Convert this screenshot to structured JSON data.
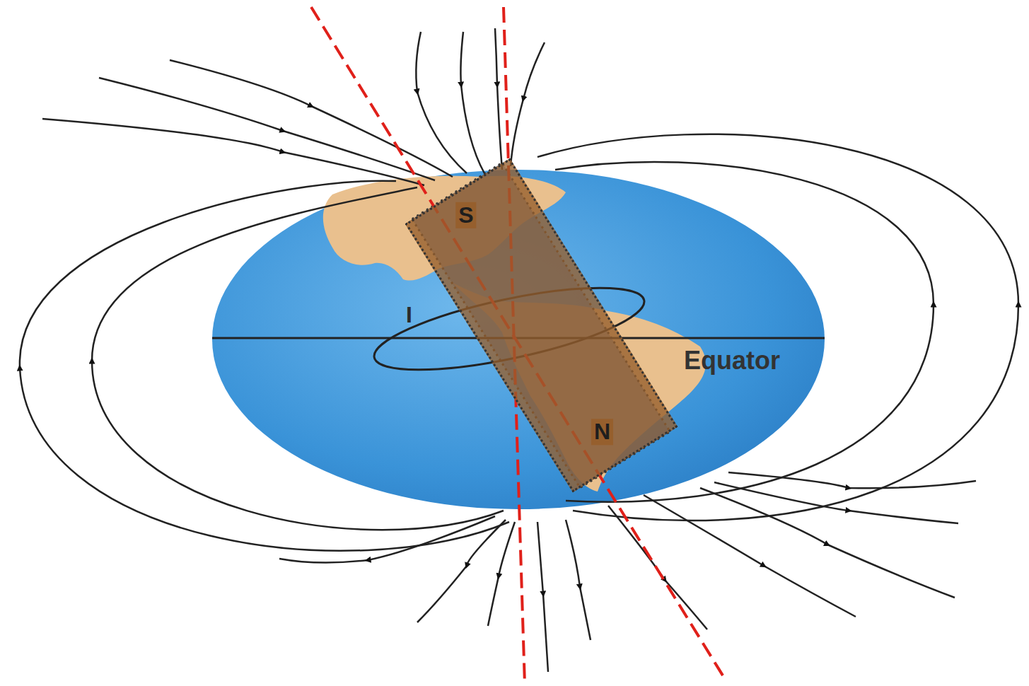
{
  "diagram": {
    "nodes": [
      {
        "text": [
          "S",
          "N"
        ]
      }
    ],
    "labels": [
      "I",
      "Equator"
    ]
  }
}
